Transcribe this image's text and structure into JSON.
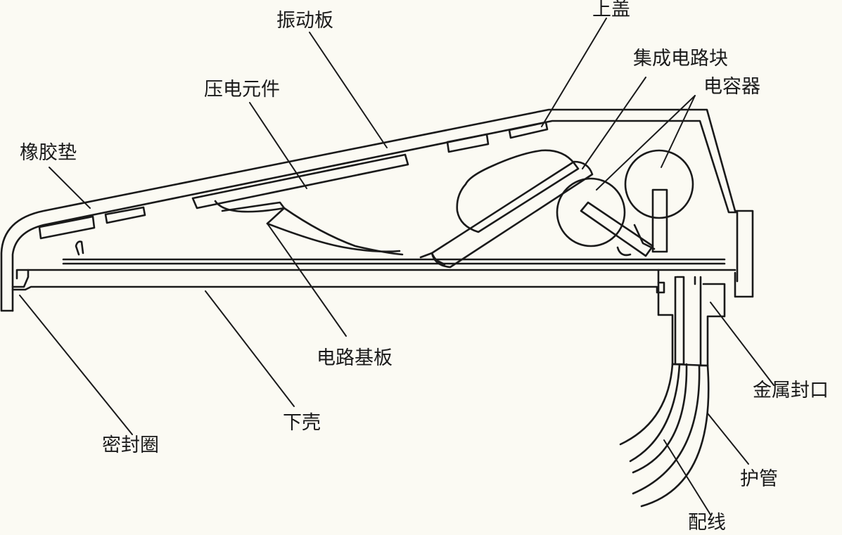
{
  "labels": {
    "vibration_plate": "振动板",
    "upper_cover": "上盖",
    "ic_block": "集成电路块",
    "capacitor": "电容器",
    "piezo_element": "压电元件",
    "rubber_pad": "橡胶垫",
    "circuit_board": "电路基板",
    "metal_seal": "金属封口",
    "lower_shell": "下壳",
    "seal_ring": "密封圈",
    "protective_tube": "护管",
    "wiring": "配线"
  },
  "colors": {
    "line": "#1a1a1a",
    "background": "#fbfaf3"
  }
}
